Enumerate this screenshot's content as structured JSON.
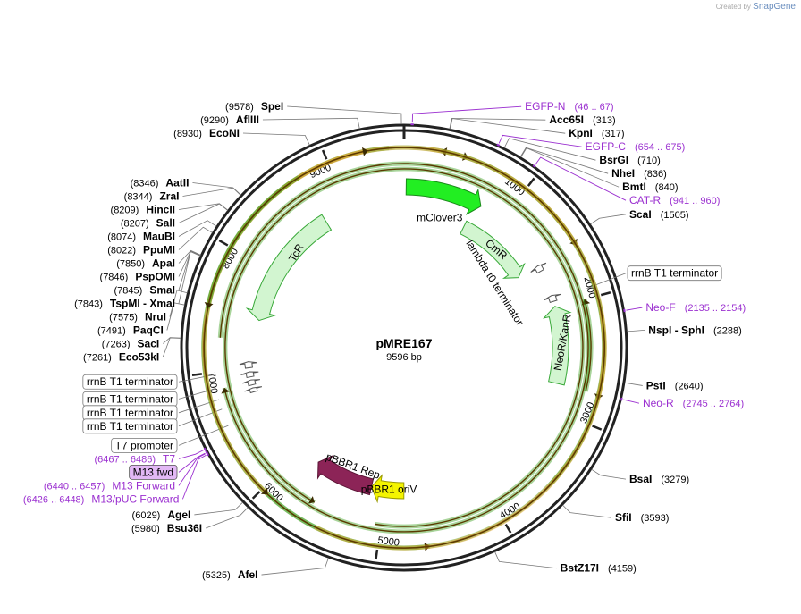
{
  "branding": {
    "created_by": "Created by",
    "product": "SnapGene"
  },
  "plasmid": {
    "name": "pMRE167",
    "length": "9596 bp",
    "total": 9596
  },
  "colors": {
    "backbone": "#222222",
    "primer": "#9b30d0",
    "orf_fill": "#d2f5d0",
    "orf_stroke": "#38a838",
    "mclover": "#22ee22",
    "rep": "#8c2457",
    "ori": "#f4f400",
    "orange_arrow": "#f1a430",
    "green_arrow": "#3f9f1f"
  },
  "ticks": [
    {
      "bp": 1000,
      "label": "1000"
    },
    {
      "bp": 2000,
      "label": "2000"
    },
    {
      "bp": 3000,
      "label": "3000"
    },
    {
      "bp": 4000,
      "label": "4000"
    },
    {
      "bp": 5000,
      "label": "5000"
    },
    {
      "bp": 6000,
      "label": "6000"
    },
    {
      "bp": 7000,
      "label": "7000"
    },
    {
      "bp": 8000,
      "label": "8000"
    },
    {
      "bp": 9000,
      "label": "9000"
    }
  ],
  "sites": [
    {
      "id": "spei",
      "name": "SpeI",
      "pos": "(9578)",
      "bp": 9578,
      "side": "left"
    },
    {
      "id": "afliii",
      "name": "AflIII",
      "pos": "(9290)",
      "bp": 9290,
      "side": "left"
    },
    {
      "id": "econi",
      "name": "EcoNI",
      "pos": "(8930)",
      "bp": 8930,
      "side": "left"
    },
    {
      "id": "aatii",
      "name": "AatII",
      "pos": "(8346)",
      "bp": 8346,
      "side": "left"
    },
    {
      "id": "zrai",
      "name": "ZraI",
      "pos": "(8344)",
      "bp": 8344,
      "side": "left"
    },
    {
      "id": "hincii",
      "name": "HincII",
      "pos": "(8209)",
      "bp": 8209,
      "side": "left"
    },
    {
      "id": "sali",
      "name": "SalI",
      "pos": "(8207)",
      "bp": 8207,
      "side": "left"
    },
    {
      "id": "maubi",
      "name": "MauBI",
      "pos": "(8074)",
      "bp": 8074,
      "side": "left"
    },
    {
      "id": "ppumi",
      "name": "PpuMI",
      "pos": "(8022)",
      "bp": 8022,
      "side": "left"
    },
    {
      "id": "apai",
      "name": "ApaI",
      "pos": "(7850)",
      "bp": 7850,
      "side": "left"
    },
    {
      "id": "pspomi",
      "name": "PspOMI",
      "pos": "(7846)",
      "bp": 7846,
      "side": "left"
    },
    {
      "id": "smai",
      "name": "SmaI",
      "pos": "(7845)",
      "bp": 7845,
      "side": "left"
    },
    {
      "id": "tspmi",
      "name": "TspMI - XmaI",
      "pos": "(7843)",
      "bp": 7843,
      "side": "left"
    },
    {
      "id": "nrui",
      "name": "NruI",
      "pos": "(7575)",
      "bp": 7575,
      "side": "left"
    },
    {
      "id": "paqci",
      "name": "PaqCI",
      "pos": "(7491)",
      "bp": 7491,
      "side": "left"
    },
    {
      "id": "saci",
      "name": "SacI",
      "pos": "(7263)",
      "bp": 7263,
      "side": "left"
    },
    {
      "id": "eco53ki",
      "name": "Eco53kI",
      "pos": "(7261)",
      "bp": 7261,
      "side": "left"
    },
    {
      "id": "agei",
      "name": "AgeI",
      "pos": "(6029)",
      "bp": 6029,
      "side": "left"
    },
    {
      "id": "bsu36i",
      "name": "Bsu36I",
      "pos": "(5980)",
      "bp": 5980,
      "side": "left"
    },
    {
      "id": "afei",
      "name": "AfeI",
      "pos": "(5325)",
      "bp": 5325,
      "side": "left"
    },
    {
      "id": "acc65i",
      "name": "Acc65I",
      "pos": "(313)",
      "bp": 313,
      "side": "right"
    },
    {
      "id": "kpni",
      "name": "KpnI",
      "pos": "(317)",
      "bp": 317,
      "side": "right"
    },
    {
      "id": "bsrgi",
      "name": "BsrGI",
      "pos": "(710)",
      "bp": 710,
      "side": "right"
    },
    {
      "id": "nhei",
      "name": "NheI",
      "pos": "(836)",
      "bp": 836,
      "side": "right"
    },
    {
      "id": "bmti",
      "name": "BmtI",
      "pos": "(840)",
      "bp": 840,
      "side": "right"
    },
    {
      "id": "scai",
      "name": "ScaI",
      "pos": "(1505)",
      "bp": 1505,
      "side": "right"
    },
    {
      "id": "nspi",
      "name": "NspI - SphI",
      "pos": "(2288)",
      "bp": 2288,
      "side": "right"
    },
    {
      "id": "psti",
      "name": "PstI",
      "pos": "(2640)",
      "bp": 2640,
      "side": "right"
    },
    {
      "id": "bsai",
      "name": "BsaI",
      "pos": "(3279)",
      "bp": 3279,
      "side": "right"
    },
    {
      "id": "sfii",
      "name": "SfiI",
      "pos": "(3593)",
      "bp": 3593,
      "side": "right"
    },
    {
      "id": "bstz17i",
      "name": "BstZ17I",
      "pos": "(4159)",
      "bp": 4159,
      "side": "right"
    }
  ],
  "primers": [
    {
      "id": "egfp-n",
      "name": "EGFP-N",
      "range": "(46 .. 67)",
      "bp": 56,
      "side": "right"
    },
    {
      "id": "egfp-c",
      "name": "EGFP-C",
      "range": "(654 .. 675)",
      "bp": 664,
      "side": "right"
    },
    {
      "id": "cat-r",
      "name": "CAT-R",
      "range": "(941 .. 960)",
      "bp": 950,
      "side": "right"
    },
    {
      "id": "neo-f",
      "name": "Neo-F",
      "range": "(2135 .. 2154)",
      "bp": 2144,
      "side": "right"
    },
    {
      "id": "neo-r",
      "name": "Neo-R",
      "range": "(2745 .. 2764)",
      "bp": 2754,
      "side": "right"
    },
    {
      "id": "t7",
      "name": "T7",
      "range": "(6467 .. 6486)",
      "bp": 6476,
      "side": "left"
    },
    {
      "id": "m13-fwd-box",
      "name": "M13 fwd",
      "range": "",
      "bp": 6452,
      "side": "left",
      "boxed": true
    },
    {
      "id": "m13-forward",
      "name": "M13 Forward",
      "range": "(6440 .. 6457)",
      "bp": 6448,
      "side": "left"
    },
    {
      "id": "m13-puc",
      "name": "M13/pUC Forward",
      "range": "(6426 .. 6448)",
      "bp": 6437,
      "side": "left"
    }
  ],
  "boxed_features": [
    {
      "id": "rrnb-right",
      "label": "rrnB T1 terminator",
      "bp": 1920
    },
    {
      "id": "rrnb-1",
      "label": "rrnB T1 terminator",
      "bp": 6980
    },
    {
      "id": "rrnb-2",
      "label": "rrnB T1 terminator",
      "bp": 6870
    },
    {
      "id": "rrnb-3",
      "label": "rrnB T1 terminator",
      "bp": 6780
    },
    {
      "id": "rrnb-4",
      "label": "rrnB T1 terminator",
      "bp": 6700
    },
    {
      "id": "t7-promoter",
      "label": "T7 promoter",
      "bp": 6560
    }
  ],
  "features": [
    {
      "id": "mclover3",
      "label": "mClover3",
      "start": 20,
      "end": 760
    },
    {
      "id": "cmr",
      "label": "CmR",
      "start": 700,
      "end": 1560
    },
    {
      "id": "lambda-t0",
      "label": "lambda t0 terminator",
      "start": 1560,
      "end": 1650
    },
    {
      "id": "neo-kanr",
      "label": "NeoR/KanR",
      "start": 2750,
      "end": 1990
    },
    {
      "id": "tcr",
      "label": "TcR",
      "start": 8750,
      "end": 7480
    },
    {
      "id": "pbbr1-ori",
      "label": "pBBR1 oriV",
      "start": 4800,
      "end": 5150
    },
    {
      "id": "pbbr1-rep",
      "label": "pBBR1 Rep",
      "start": 5150,
      "end": 5780
    }
  ]
}
